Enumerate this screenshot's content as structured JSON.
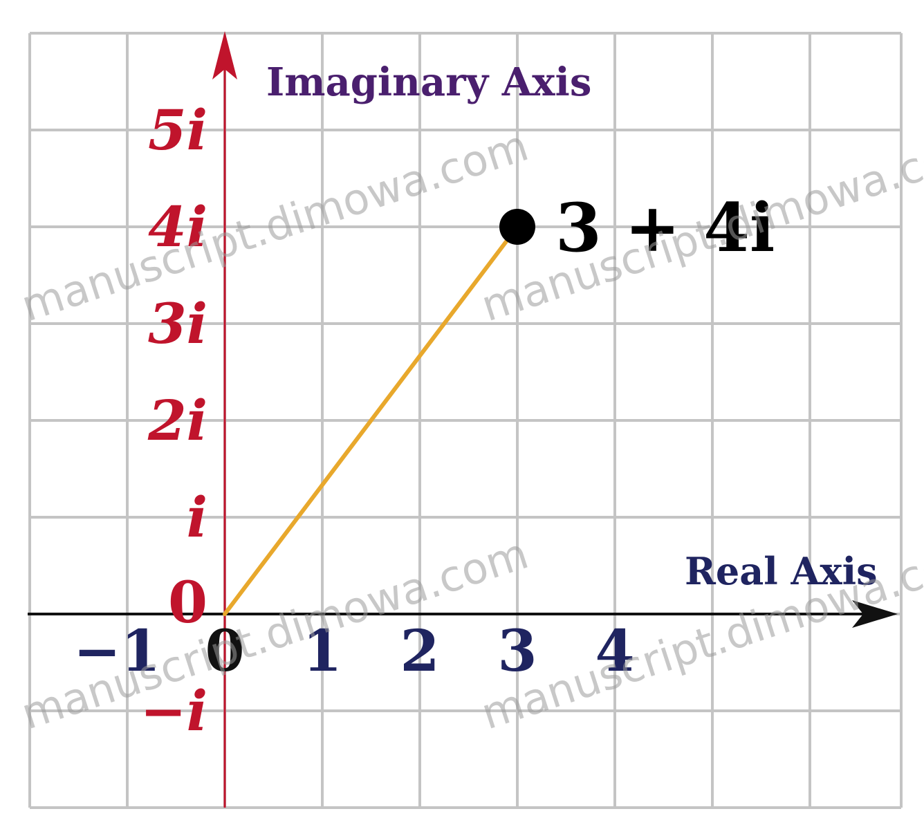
{
  "diagram": {
    "imag_axis_label": "Imaginary Axis",
    "real_axis_label": "Real Axis",
    "origin_label": "0",
    "real_ticks": [
      "−1",
      "0",
      "1",
      "2",
      "3",
      "4"
    ],
    "real_tick_values": [
      -1,
      0,
      1,
      2,
      3,
      4
    ],
    "imag_ticks": [
      "5i",
      "4i",
      "3i",
      "2i",
      "i",
      "0",
      "−i"
    ],
    "imag_tick_values": [
      5,
      4,
      3,
      2,
      1,
      0,
      -1
    ],
    "point": {
      "re": 3,
      "im": 4,
      "label": "3 + 4i"
    },
    "watermark": "manuscript.dimowa.com",
    "colors": {
      "grid": "#c4c4c4",
      "imag_axis": "#c0142c",
      "imag_ticks": "#c0142c",
      "real_ticks": "#1f2460",
      "imag_axis_label": "#4a1f6e",
      "real_axis_label": "#1f2460",
      "vector": "#e8a82c",
      "point": "#000000"
    }
  }
}
